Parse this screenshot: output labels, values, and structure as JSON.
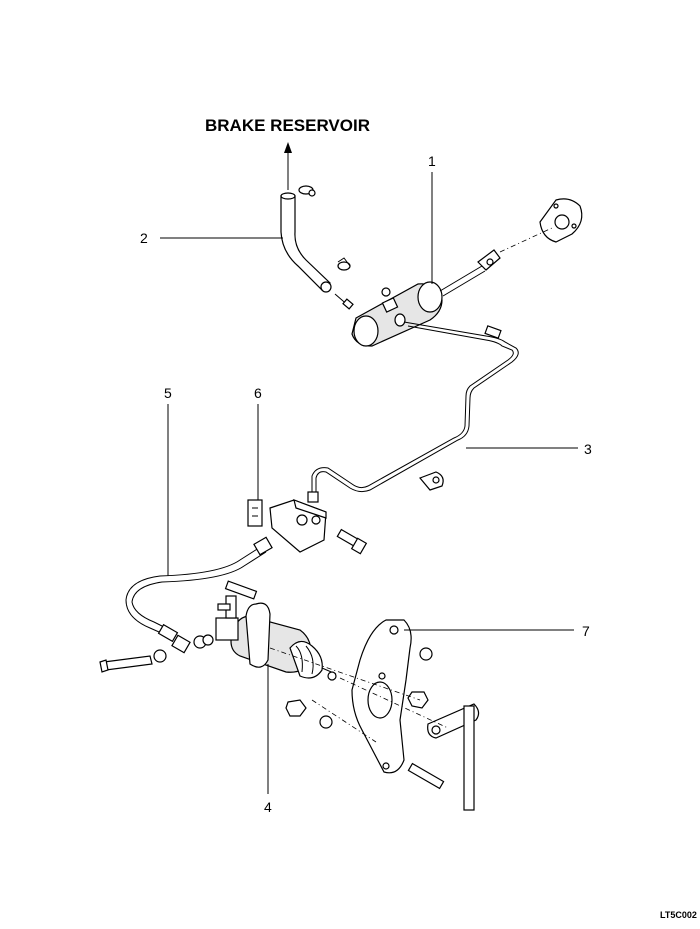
{
  "title": "BRAKE RESERVOIR",
  "reference_code": "LT5C002",
  "callouts": {
    "c1": "1",
    "c2": "2",
    "c3": "3",
    "c4": "4",
    "c5": "5",
    "c6": "6",
    "c7": "7"
  }
}
